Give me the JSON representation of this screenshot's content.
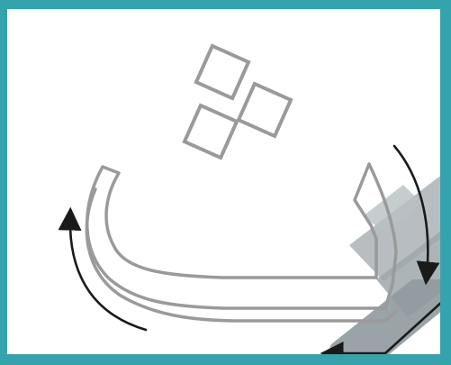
{
  "colors": {
    "frame": "#35a3ad",
    "background": "#ffffff",
    "shape_stroke": "#9a9a9a",
    "shape_fill": "#ffffff",
    "arrow": "#1a1a1a",
    "background_band": "#9aa3a8"
  },
  "diagram": {
    "glyph": "letter-ba-outline-with-three-dot-diamonds",
    "dots": 3,
    "arrows": [
      "arrow-down-right-stroke",
      "arrow-left-bottom",
      "arrow-up-left-stroke"
    ]
  }
}
